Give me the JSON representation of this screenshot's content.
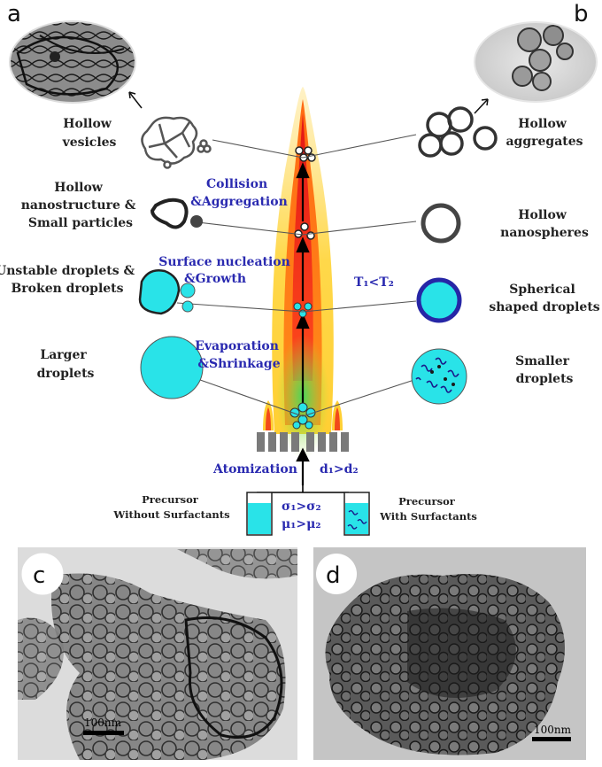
{
  "panels": {
    "a": "a",
    "b": "b",
    "c": "c",
    "d": "d"
  },
  "left_labels": {
    "hollow_vesicles": [
      "Hollow",
      "vesicles"
    ],
    "hollow_nanostructure": [
      "Hollow",
      "nanostructure &",
      "Small particles"
    ],
    "unstable_droplets": [
      "Unstable droplets &",
      "Broken droplets"
    ],
    "larger_droplets": [
      "Larger",
      "droplets"
    ]
  },
  "right_labels": {
    "hollow_aggregates": [
      "Hollow",
      "aggregates"
    ],
    "hollow_nanospheres": [
      "Hollow",
      "nanospheres"
    ],
    "spherical_droplets": [
      "Spherical",
      "shaped droplets"
    ],
    "smaller_droplets": [
      "Smaller",
      "droplets"
    ]
  },
  "process": {
    "collision": [
      "Collision",
      "&Aggregation"
    ],
    "surface": [
      "Surface nucleation",
      "&Growth"
    ],
    "evaporation": [
      "Evaporation",
      "&Shrinkage"
    ],
    "atomization": "Atomization",
    "temperature": "T₁<T₂",
    "diameter": "d₁>d₂",
    "sigma": "σ₁>σ₂",
    "mu": "μ₁>μ₂"
  },
  "precursor": {
    "left": [
      "Precursor",
      "Without Surfactants"
    ],
    "right": [
      "Precursor",
      "With Surfactants"
    ]
  },
  "scale_bars": {
    "c": "100nm",
    "d": "100nm"
  },
  "colors": {
    "cyan": "#29e3e8",
    "process_blue": "#2a2ab0",
    "sphere_ring": "#2626a6"
  }
}
